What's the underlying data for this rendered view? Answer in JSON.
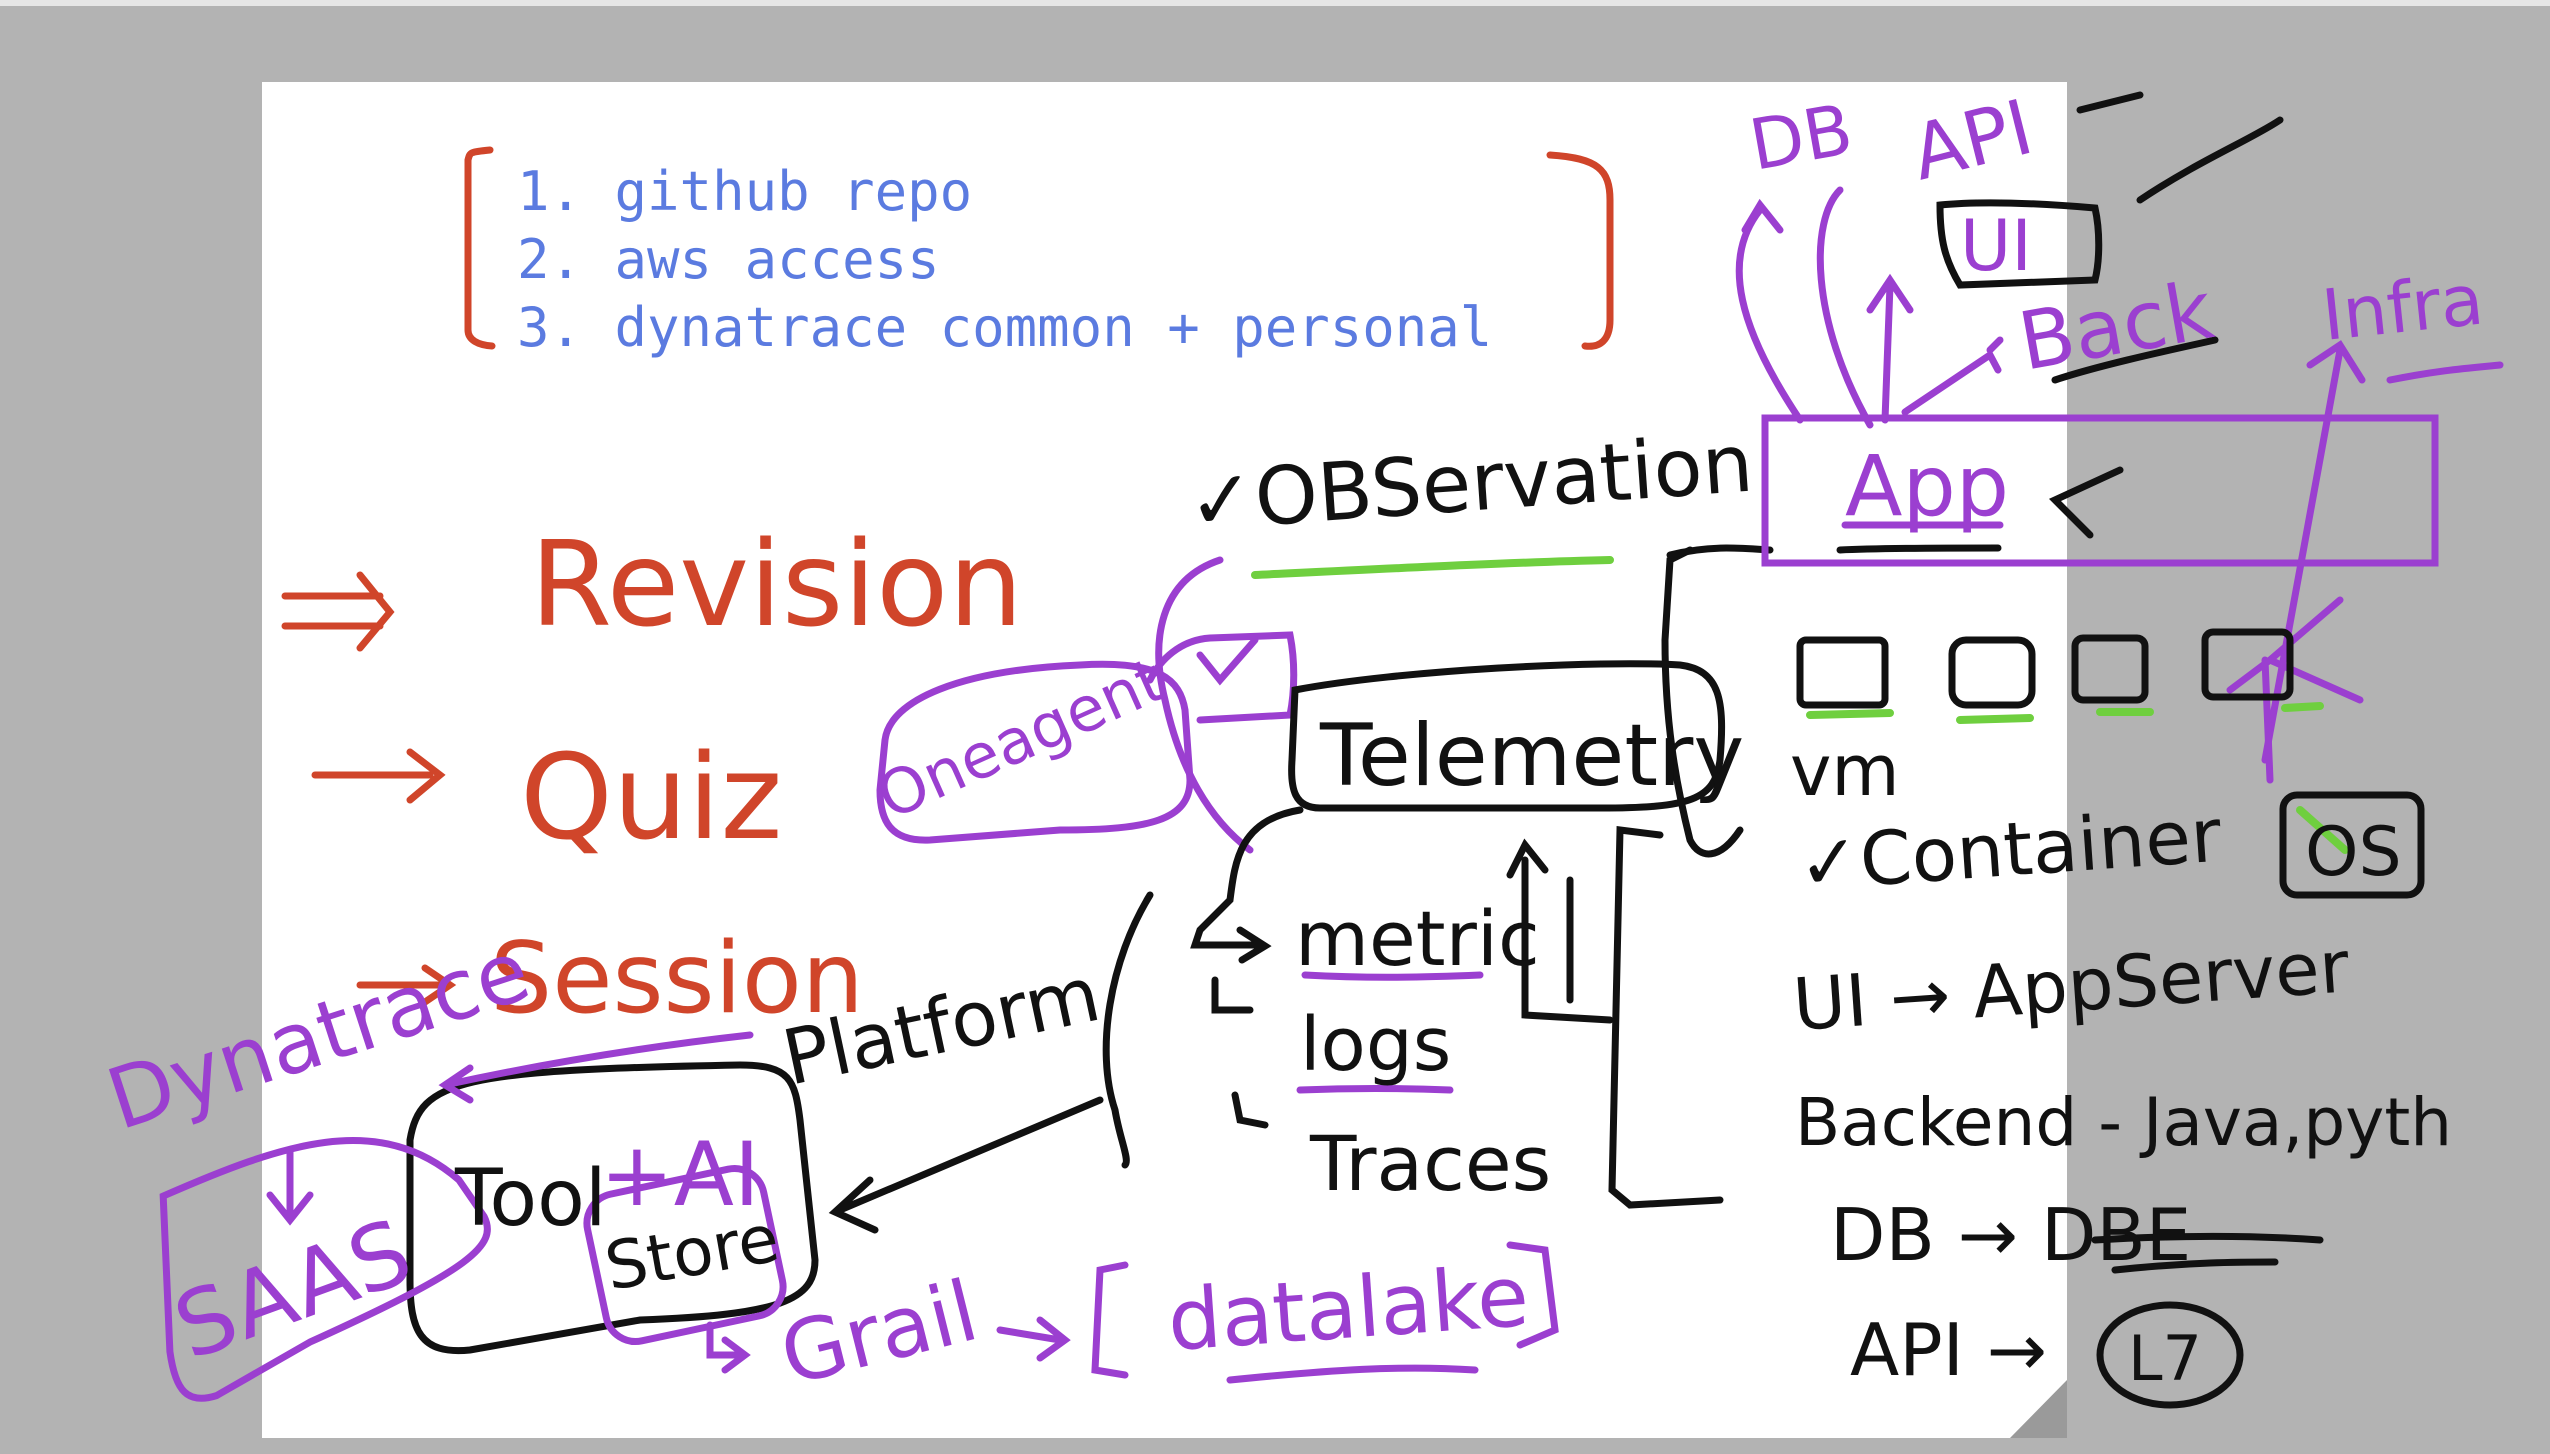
{
  "colors": {
    "background": "#b3b3b3",
    "page": "#ffffff",
    "code_text": "#5b7be0",
    "red_ink": "#d0452a",
    "purple_ink": "#9b3fd0",
    "black_ink": "#111111",
    "green_ink": "#6fcf3f"
  },
  "checklist": {
    "items": [
      "1. github repo",
      "2. aws access",
      "3. dynatrace common + personal"
    ]
  },
  "agenda": {
    "items": [
      "Revision",
      "Quiz",
      "Session"
    ]
  },
  "left_cluster": {
    "dynatrace": "Dynatrace",
    "saas": "SAAS",
    "platform": "Platform",
    "tool": "Tool",
    "ai": "+AI",
    "store": "Store",
    "grail": "Grail",
    "datalake": "datalake"
  },
  "center_cluster": {
    "observation": "✓OBServation",
    "oneagent": "Oneagent",
    "telemetry": "Telemetry",
    "metric": "metric",
    "logs": "logs",
    "traces": "Traces"
  },
  "top_right": {
    "db": "DB",
    "api": "API",
    "ui": "UI",
    "back": "Back",
    "infra": "Infra",
    "app": "App"
  },
  "right_list": {
    "vm": "vm",
    "container": "✓Container",
    "os": "OS",
    "ui_line": "UI → AppServer",
    "backend_line": "Backend - Java,pyth",
    "db_line": "DB → DBE",
    "api_line": "API →",
    "l7": "L7"
  }
}
